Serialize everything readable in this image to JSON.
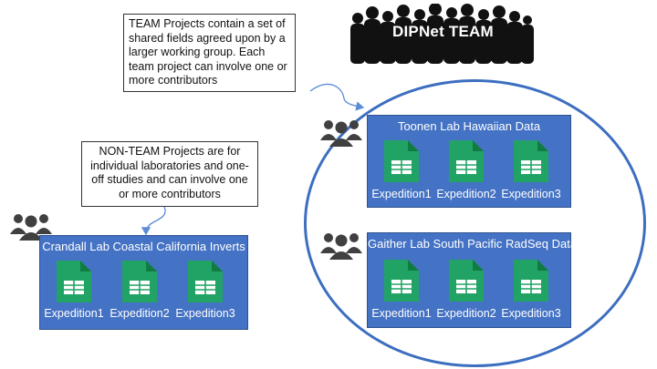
{
  "team_callout": "TEAM Projects contain a set of shared fields agreed upon by a larger working group.  Each team project can involve one or more contributors",
  "nonteam_callout": "NON-TEAM Projects are for individual laboratories and one-off studies and can involve one or more contributors",
  "team_title": "DIPNet TEAM",
  "projects": {
    "toonen": {
      "title": "Toonen Lab Hawaiian Data",
      "items": [
        "Expedition1",
        "Expedition2",
        "Expedition3"
      ]
    },
    "gaither": {
      "title": "Gaither Lab South Pacific RadSeq Data",
      "items": [
        "Expedition1",
        "Expedition2",
        "Expedition3"
      ]
    },
    "crandall": {
      "title": "Crandall Lab Coastal California Inverts",
      "items": [
        "Expedition1",
        "Expedition2",
        "Expedition3"
      ]
    }
  },
  "colors": {
    "box": "#4472c4",
    "circle": "#3c6ec0",
    "sheet_green": "#21a366",
    "sheet_dark": "#107c41"
  },
  "icons": {
    "people": "people-group-icon",
    "sheet": "spreadsheet-icon",
    "crowd": "crowd-silhouette-icon"
  }
}
